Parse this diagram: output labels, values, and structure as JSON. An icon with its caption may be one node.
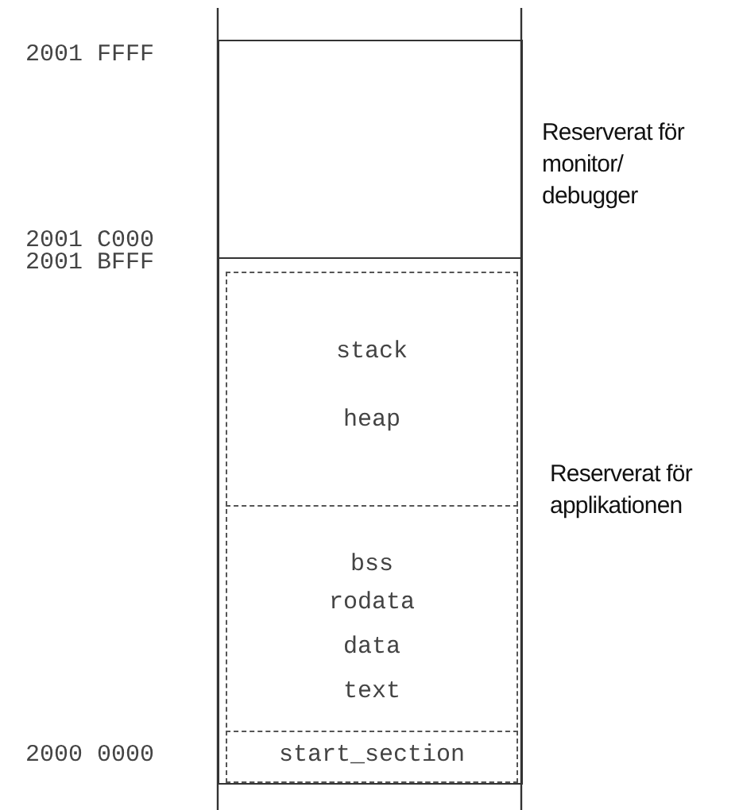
{
  "diagram": {
    "nodes": [
      {
        "text": [],
        "shape": "box",
        "beside": [
          "Reserverat för monitor/ debugger"
        ]
      },
      {
        "text": [],
        "shape": "box",
        "beside": [
          "Reserverat för applikationen"
        ]
      },
      {
        "text": [],
        "shape": "box",
        "in": 1
      },
      {
        "text": [
          "stack",
          "heap"
        ],
        "in": 2
      },
      {
        "text": [
          "bss",
          "rodata",
          "data",
          "text"
        ],
        "in": 2
      },
      {
        "text": [
          "start_section"
        ],
        "in": 2
      }
    ],
    "edges": [],
    "labels": [
      "2001 FFFF",
      "2001 C000",
      "2001 BFFF",
      "2000 0000"
    ]
  }
}
